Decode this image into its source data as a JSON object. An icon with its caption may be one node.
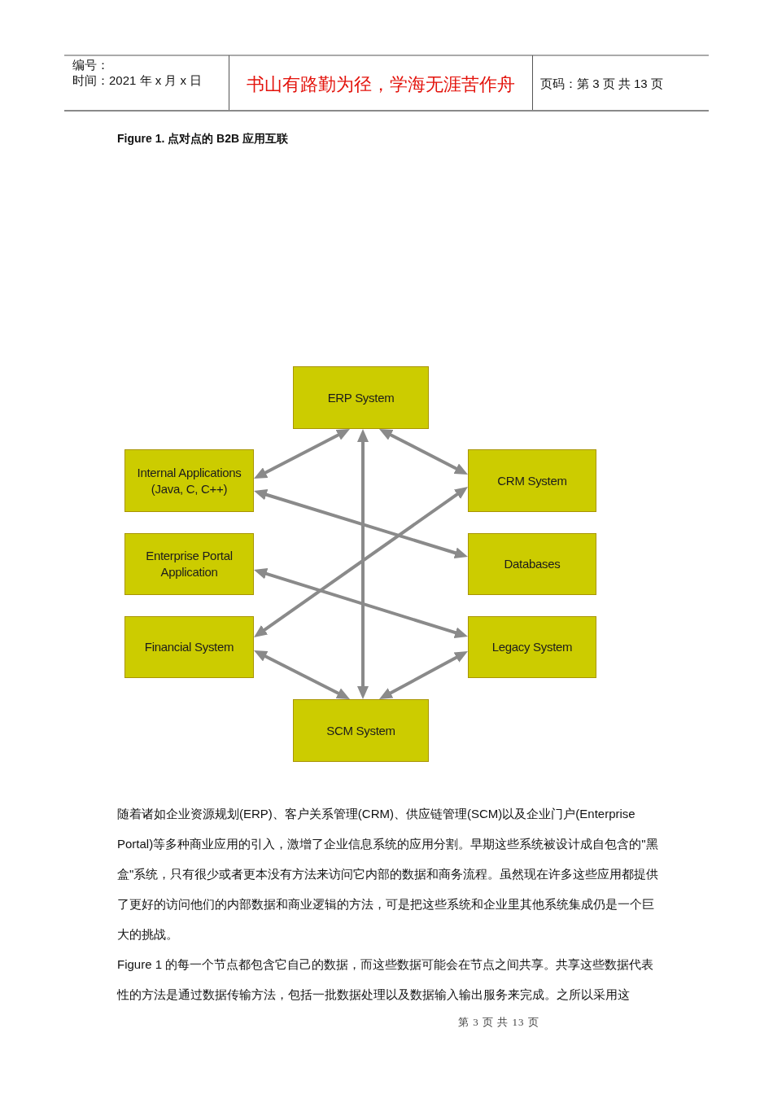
{
  "diagram": {
    "title": "Figure 1. 点对点的 B2B 应用互联",
    "nodes": [
      {
        "text": [
          "ERP System"
        ]
      },
      {
        "text": [
          "Internal Applications (Java, C, C++)"
        ]
      },
      {
        "text": [
          "CRM System"
        ]
      },
      {
        "text": [
          "Enterprise Portal Application"
        ]
      },
      {
        "text": [
          "Databases"
        ]
      },
      {
        "text": [
          "Financial System"
        ]
      },
      {
        "text": [
          "Legacy System"
        ]
      },
      {
        "text": [
          "SCM System"
        ]
      }
    ],
    "edges": [
      {
        "from": 1,
        "to": 0,
        "arrow": "both"
      },
      {
        "from": 0,
        "to": 2,
        "arrow": "both"
      },
      {
        "from": 0,
        "to": 7,
        "arrow": "both"
      },
      {
        "from": 1,
        "to": 4,
        "arrow": "both"
      },
      {
        "from": 2,
        "to": 5,
        "arrow": "both"
      },
      {
        "from": 3,
        "to": 6,
        "arrow": "both"
      },
      {
        "from": 5,
        "to": 7,
        "arrow": "both"
      },
      {
        "from": 6,
        "to": 7,
        "arrow": "both"
      }
    ],
    "labels": [
      "编号：",
      "时间：2021 年 x 月 x 日",
      "书山有路勤为径，学海无涯苦作舟",
      "页码：第 3 页 共 13 页",
      "随着诸如企业资源规划(ERP)、客户关系管理(CRM)、供应链管理(SCM)以及企业门户(Enterprise Portal)等多种商业应用的引入，激增了企业信息系统的应用分割。早期这些系统被设计成自包含的\"黑盒\"系统，只有很少或者更本没有方法来访问它内部的数据和商务流程。虽然现在许多这些应用都提供了更好的访问他们的内部数据和商业逻辑的方法，可是把这些系统和企业里其他系统集成仍是一个巨大的挑战。",
      "Figure 1 的每一个节点都包含它自己的数据，而这些数据可能会在节点之间共享。共享这些数据代表性的方法是通过数据传输方法，包括一批数据处理以及数据输入输出服务来完成。之所以采用这",
      "第 3 页 共 13 页"
    ]
  }
}
